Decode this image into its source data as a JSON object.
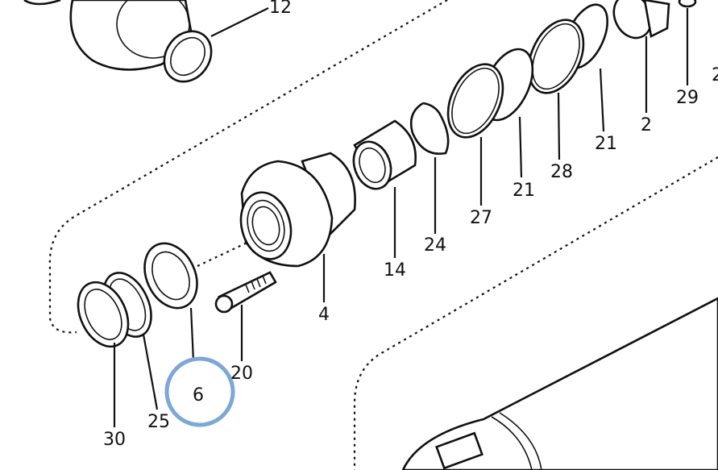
{
  "diagram": {
    "title": "Hydraulic cylinder exploded parts view",
    "highlight_color": "#7ba7d9",
    "highlighted_part": "6",
    "part_labels": {
      "p12": "12",
      "p29": "29",
      "p2_partial": "2",
      "p2": "2",
      "p21a": "21",
      "p28": "28",
      "p21b": "21",
      "p27": "27",
      "p24": "24",
      "p14": "14",
      "p4": "4",
      "p20": "20",
      "p6": "6",
      "p25": "25",
      "p30": "30"
    }
  }
}
